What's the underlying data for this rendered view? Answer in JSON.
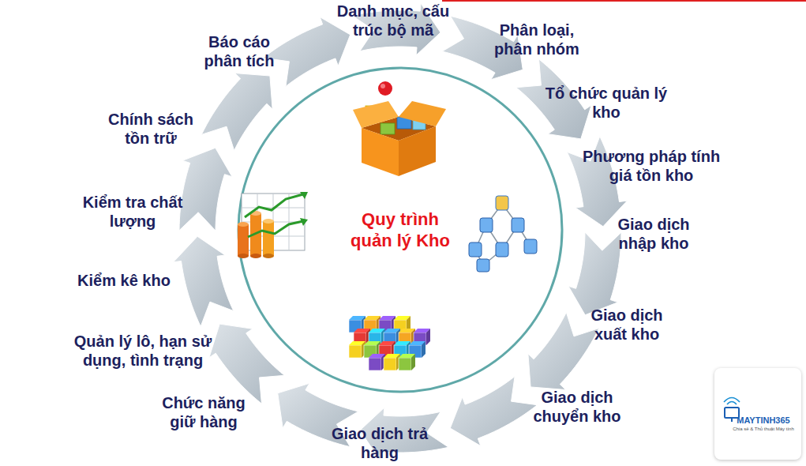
{
  "diagram": {
    "nodes": [
      {
        "text": [
          "Quy trình quản lý Kho"
        ]
      },
      {
        "text": [
          "MAYTINH365",
          "Chia sẻ & Thủ thuật Máy tính"
        ]
      }
    ],
    "labels": [
      "Danh mục, cấu trúc bộ mã",
      "Phân loại, phân nhóm",
      "Tổ chức quản lý kho",
      "Phương pháp tính giá tồn kho",
      "Giao dịch nhập kho",
      "Giao dịch xuất kho",
      "Giao dịch chuyển kho",
      "Giao dịch trả hàng",
      "Chức năng giữ hàng",
      "Quản lý lô, hạn sử dụng, tình trạng",
      "Kiểm kê kho",
      "Kiểm tra chất lượng",
      "Chính sách tồn trữ",
      "Báo cáo phân tích"
    ]
  }
}
